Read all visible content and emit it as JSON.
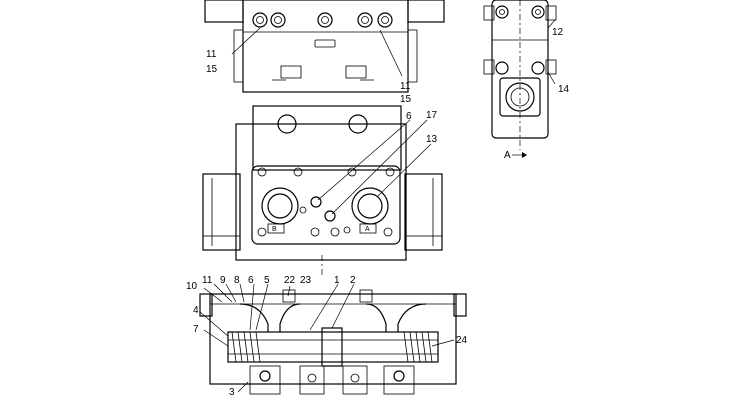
{
  "callouts": {
    "top_view": {
      "l11": "11",
      "l15": "15",
      "r11": "11",
      "r15": "15"
    },
    "side_view": {
      "l12": "12",
      "l14": "14",
      "section": "A"
    },
    "middle_view": {
      "l6": "6",
      "l17": "17",
      "l13": "13",
      "port_a": "A",
      "port_b": "B"
    },
    "bottom_view": {
      "l11": "11",
      "l9": "9",
      "l8": "8",
      "l6": "6",
      "l5": "5",
      "l22": "22",
      "l23": "23",
      "l1": "1",
      "l2": "2",
      "l10": "10",
      "l4": "4",
      "l7": "7",
      "l24": "24",
      "l3": "3"
    }
  }
}
